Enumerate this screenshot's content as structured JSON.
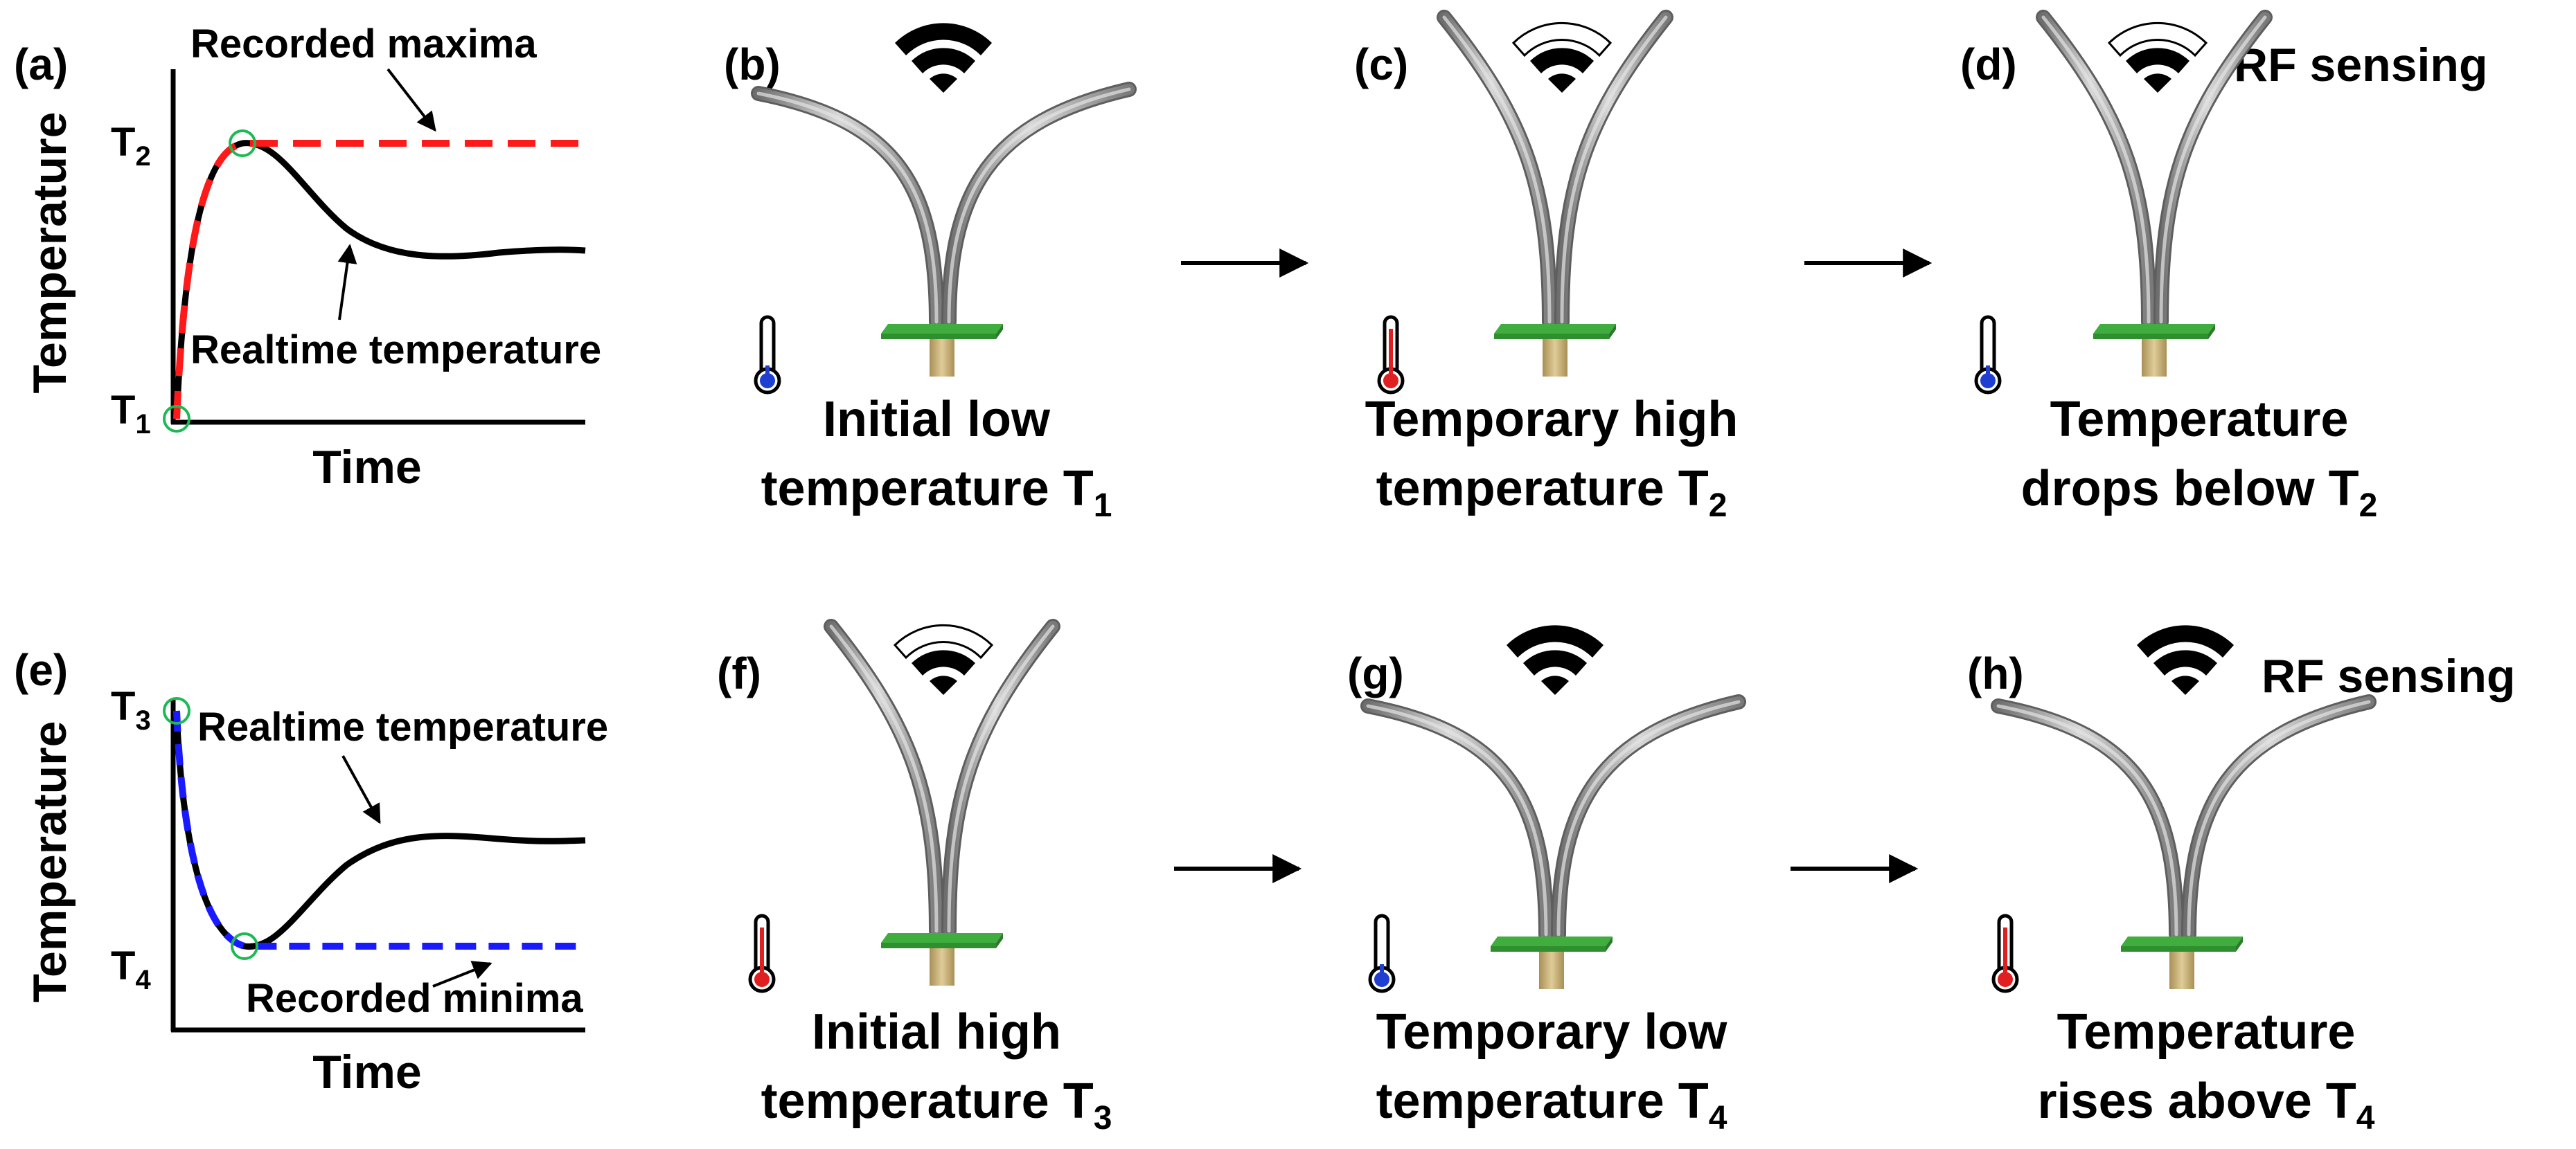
{
  "row1": {
    "graph": {
      "label": "(a)",
      "y_axis_label": "Temperature",
      "x_axis_label": "Time",
      "t_high": {
        "main": "T",
        "sub": "2"
      },
      "t_low": {
        "main": "T",
        "sub": "1"
      },
      "annotation_recorded": "Recorded maxima",
      "annotation_realtime": "Realtime temperature"
    },
    "panels": [
      {
        "label": "(b)",
        "caption1": "Initial low",
        "caption2": "temperature T",
        "sub": "1",
        "signal": "full-signal",
        "thermo": "cold",
        "arms": "spread"
      },
      {
        "label": "(c)",
        "caption1": "Temporary high",
        "caption2": "temperature T",
        "sub": "2",
        "signal": "weak-signal",
        "thermo": "hot",
        "arms": "upright"
      },
      {
        "label": "(d)",
        "caption1": "Temperature",
        "caption2": "drops below T",
        "sub": "2",
        "signal": "weak-signal",
        "thermo": "cold",
        "arms": "upright",
        "rf": "RF sensing"
      }
    ]
  },
  "row2": {
    "graph": {
      "label": "(e)",
      "y_axis_label": "Temperature",
      "x_axis_label": "Time",
      "t_high": {
        "main": "T",
        "sub": "3"
      },
      "t_low": {
        "main": "T",
        "sub": "4"
      },
      "annotation_recorded": "Recorded minima",
      "annotation_realtime": "Realtime temperature"
    },
    "panels": [
      {
        "label": "(f)",
        "caption1": "Initial high",
        "caption2": "temperature T",
        "sub": "3",
        "signal": "weak-signal",
        "thermo": "hot",
        "arms": "upright"
      },
      {
        "label": "(g)",
        "caption1": "Temporary low",
        "caption2": "temperature T",
        "sub": "4",
        "signal": "full-signal",
        "thermo": "cold",
        "arms": "spread"
      },
      {
        "label": "(h)",
        "caption1": "Temperature",
        "caption2": "rises above T",
        "sub": "4",
        "signal": "full-signal",
        "thermo": "hot",
        "arms": "spread",
        "rf": "RF sensing"
      }
    ]
  },
  "colors": {
    "maxima_dash": "#ff1a1a",
    "minima_dash": "#1a1aff",
    "marker_circle": "#1db954",
    "base_plate": "#4dbb4d",
    "post": "#c9b07a",
    "arm": "#9a9a9a",
    "thermo_hot": "#e02020",
    "thermo_cold": "#1f3fd0"
  }
}
